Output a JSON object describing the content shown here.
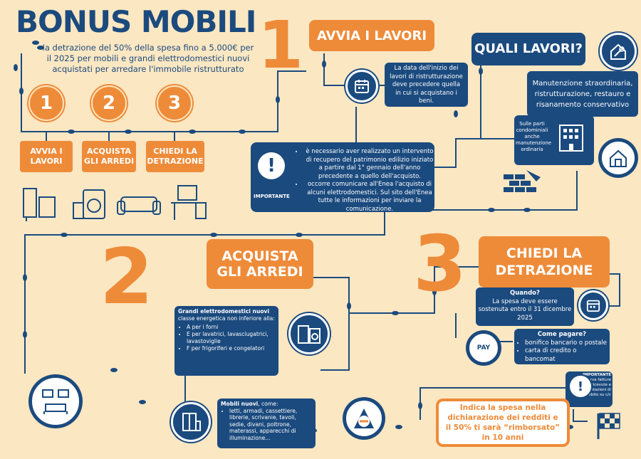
{
  "header": {
    "title": "BONUS MOBILI",
    "subtitle": "la detrazione del 50% della spesa fino a 5.000€ per il 2025 per mobili e grandi elettrodomestici nuovi acquistati per arredare l'immobile ristrutturato"
  },
  "steps_overview": [
    {
      "number": "1",
      "label": "AVVIA I LAVORI"
    },
    {
      "number": "2",
      "label": "ACQUISTA GLI ARREDI"
    },
    {
      "number": "3",
      "label": "CHIEDI LA DETRAZIONE"
    }
  ],
  "step1": {
    "number": "1",
    "title": "AVVIA I LAVORI",
    "date_note": "La data dell'inizio dei lavori di ristrutturazione deve precedere quella in cui si acquistano i beni."
  },
  "quali_lavori": {
    "title": "QUALI LAVORI?",
    "text": "Manutenzione straordinaria, ristrutturazione, restauro e risanamento conservativo",
    "condo_note": "Sulle parti condominiali anche manutenzione ordinaria"
  },
  "importante": {
    "label": "IMPORTANTE",
    "items": [
      "è necessario aver realizzato un intervento di recupero del patrimonio edilizio iniziato a partire dal 1° gennaio dell'anno precedente a quello dell'acquisto.",
      "occorre comunicare all'Enea l'acquisto di alcuni elettrodomestici. Sul sito dell'Enea tutte le informazioni per inviare la comunicazione."
    ]
  },
  "step2": {
    "number": "2",
    "title_line1": "ACQUISTA",
    "title_line2": "GLI ARREDI",
    "appliances_heading": "Grandi elettrodomestici nuovi",
    "appliances_intro": "classe energetica non inferiore alla:",
    "appliances_items": [
      "A per i forni",
      "E per lavatrici, lavasciugatrici, lavastoviglie",
      "F per frigoriferi e congelatori"
    ],
    "furniture_heading": "Mobili nuovi",
    "furniture_intro": ", come:",
    "furniture_items": [
      "letti, armadi, cassettiere, librerie, scrivanie, tavoli, sedie, divani, poltrone, materassi, apparecchi di illuminazione..."
    ]
  },
  "step3": {
    "number": "3",
    "title_line1": "CHIEDI LA",
    "title_line2": "DETRAZIONE",
    "when_heading": "Quando?",
    "when_text": "La spesa deve essere sostenuta entro il 31 dicembre 2025",
    "pay_heading": "Come pagare?",
    "pay_items": [
      "bonifico bancario o postale",
      "carta di credito o bancomat"
    ],
    "pay_icon_text": "PAY",
    "important_label": "IMPORTANTE",
    "important_text": "Conserva fatture ricevute e documentazioni di addebito su c/c",
    "final_text_1": "Indica la spesa nella dichiarazione dei redditi e il 50% ti sarà ",
    "final_quote": "“rimborsato”",
    "final_text_2": " in 10 anni"
  },
  "colors": {
    "background": "#fbe7c2",
    "blue": "#1b4a7e",
    "orange": "#ee8b39"
  }
}
